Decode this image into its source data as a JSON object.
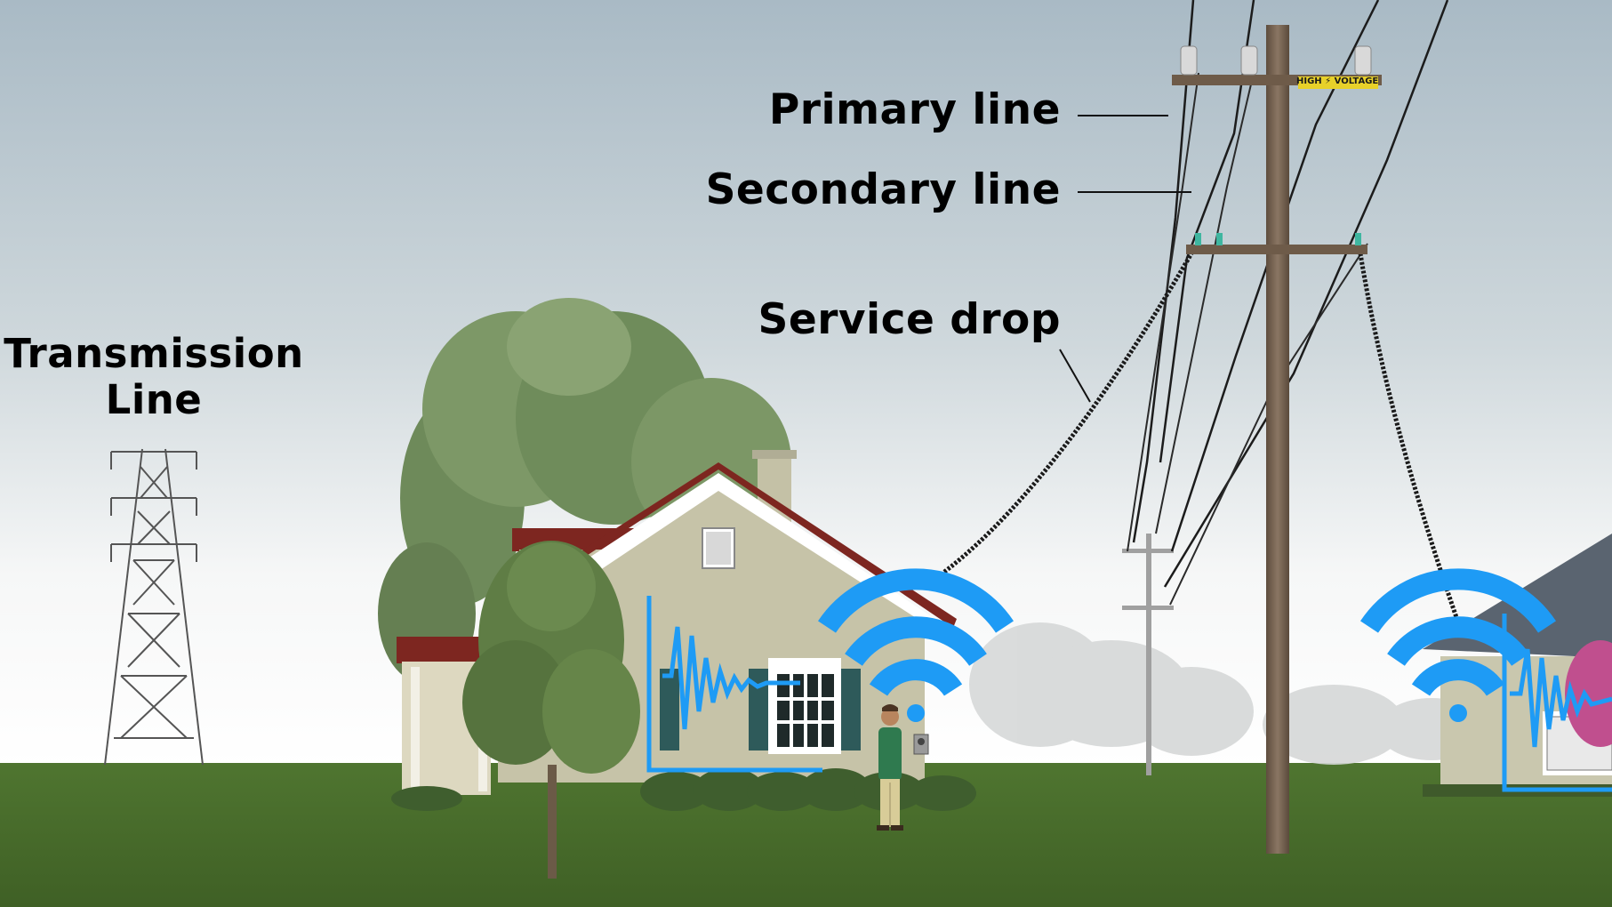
{
  "labels": {
    "transmission_line": [
      "Transmission",
      "Line"
    ],
    "primary_line": "Primary line",
    "secondary_line": "Secondary line",
    "service_drop": "Service drop"
  },
  "pole_sign": "HIGH ⚡ VOLTAGE",
  "colors": {
    "sky_top": "#a9bac5",
    "sky_bottom": "#ffffff",
    "grass": "#4a6e2c",
    "pole": "#7a6654",
    "wifi_signal": "#1e9bf5",
    "house_wall": "#c6c3a8",
    "roof": "#7d2620",
    "shutters": "#2e5a5a",
    "neighbor_roof": "#5a6470"
  },
  "icons": [
    "wifi-icon",
    "waveform-icon",
    "electric-meter-icon"
  ]
}
